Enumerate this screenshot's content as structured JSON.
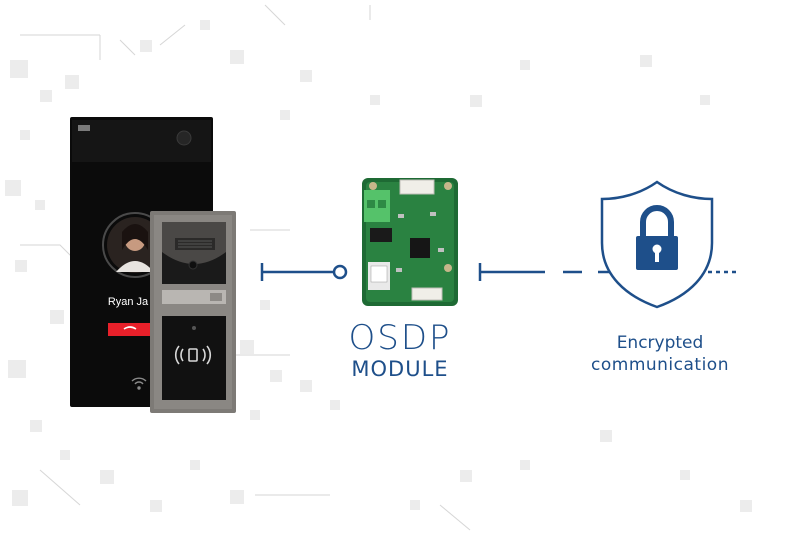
{
  "labels": {
    "osdp_title": "OSDP",
    "osdp_subtitle": "MODULE",
    "encrypted_line1": "Encrypted",
    "encrypted_line2": "communication",
    "caller_name": "Ryan Ja"
  },
  "colors": {
    "brand_blue": "#1e4f8a",
    "accent_red": "#e8202a"
  },
  "icons": {
    "lock": "padlock-shield-icon",
    "rfid": "contactless-icon",
    "wifi": "wifi-icon"
  }
}
